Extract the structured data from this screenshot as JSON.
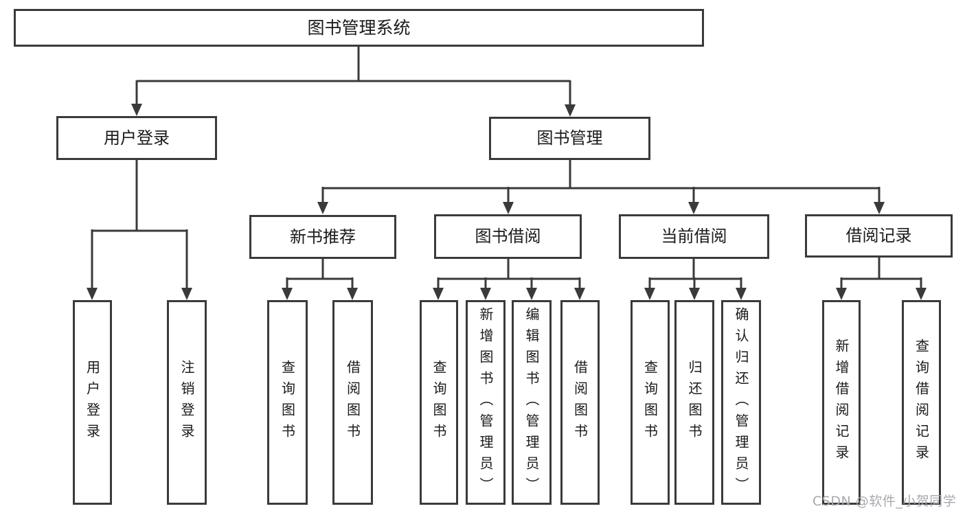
{
  "diagram": {
    "title_node": "图书管理系统",
    "nodes": {
      "root": {
        "label": "图书管理系统"
      },
      "user_login": {
        "label": "用户登录"
      },
      "book_management": {
        "label": "图书管理"
      },
      "new_book_recommend": {
        "label": "新书推荐"
      },
      "book_borrowing": {
        "label": "图书借阅"
      },
      "current_borrowing": {
        "label": "当前借阅"
      },
      "borrowing_records": {
        "label": "借阅记录"
      },
      "user_login_leaf": {
        "label": "用户登录"
      },
      "logout_leaf": {
        "label": "注销登录"
      },
      "query_books_1": {
        "label": "查询图书"
      },
      "borrow_books_1": {
        "label": "借阅图书"
      },
      "query_books_2": {
        "label": "查询图书"
      },
      "add_books_admin": {
        "label": "新增图书（管理员）"
      },
      "edit_books_admin": {
        "label": "编辑图书（管理员）"
      },
      "borrow_books_2": {
        "label": "借阅图书"
      },
      "query_books_3": {
        "label": "查询图书"
      },
      "return_books": {
        "label": "归还图书"
      },
      "confirm_return_admin": {
        "label": "确认归还（管理员）"
      },
      "add_borrow_record": {
        "label": "新增借阅记录"
      },
      "query_borrow_record": {
        "label": "查询借阅记录"
      }
    },
    "hierarchy": {
      "root": "图书管理系统",
      "children": {
        "用户登录": [
          "用户登录",
          "注销登录"
        ],
        "图书管理": {
          "新书推荐": [
            "查询图书",
            "借阅图书"
          ],
          "图书借阅": [
            "查询图书",
            "新增图书（管理员）",
            "编辑图书（管理员）",
            "借阅图书"
          ],
          "当前借阅": [
            "查询图书",
            "归还图书",
            "确认归还（管理员）"
          ],
          "借阅记录": [
            "新增借阅记录",
            "查询借阅记录"
          ]
        }
      }
    }
  },
  "watermark": {
    "text": "CSDN @软件_小贺同学"
  },
  "colors": {
    "line": "#3a3a3a",
    "text": "#1a1a1a",
    "watermark": "#a8a8af",
    "background": "#ffffff"
  }
}
